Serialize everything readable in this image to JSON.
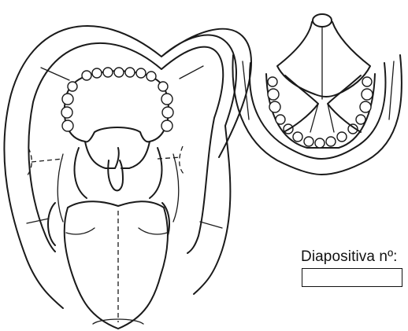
{
  "caption": {
    "label": "Diapositiva nº:",
    "slide_number": ""
  },
  "icons": [
    "oral-cavity-front-view",
    "mandible-floor-view"
  ]
}
